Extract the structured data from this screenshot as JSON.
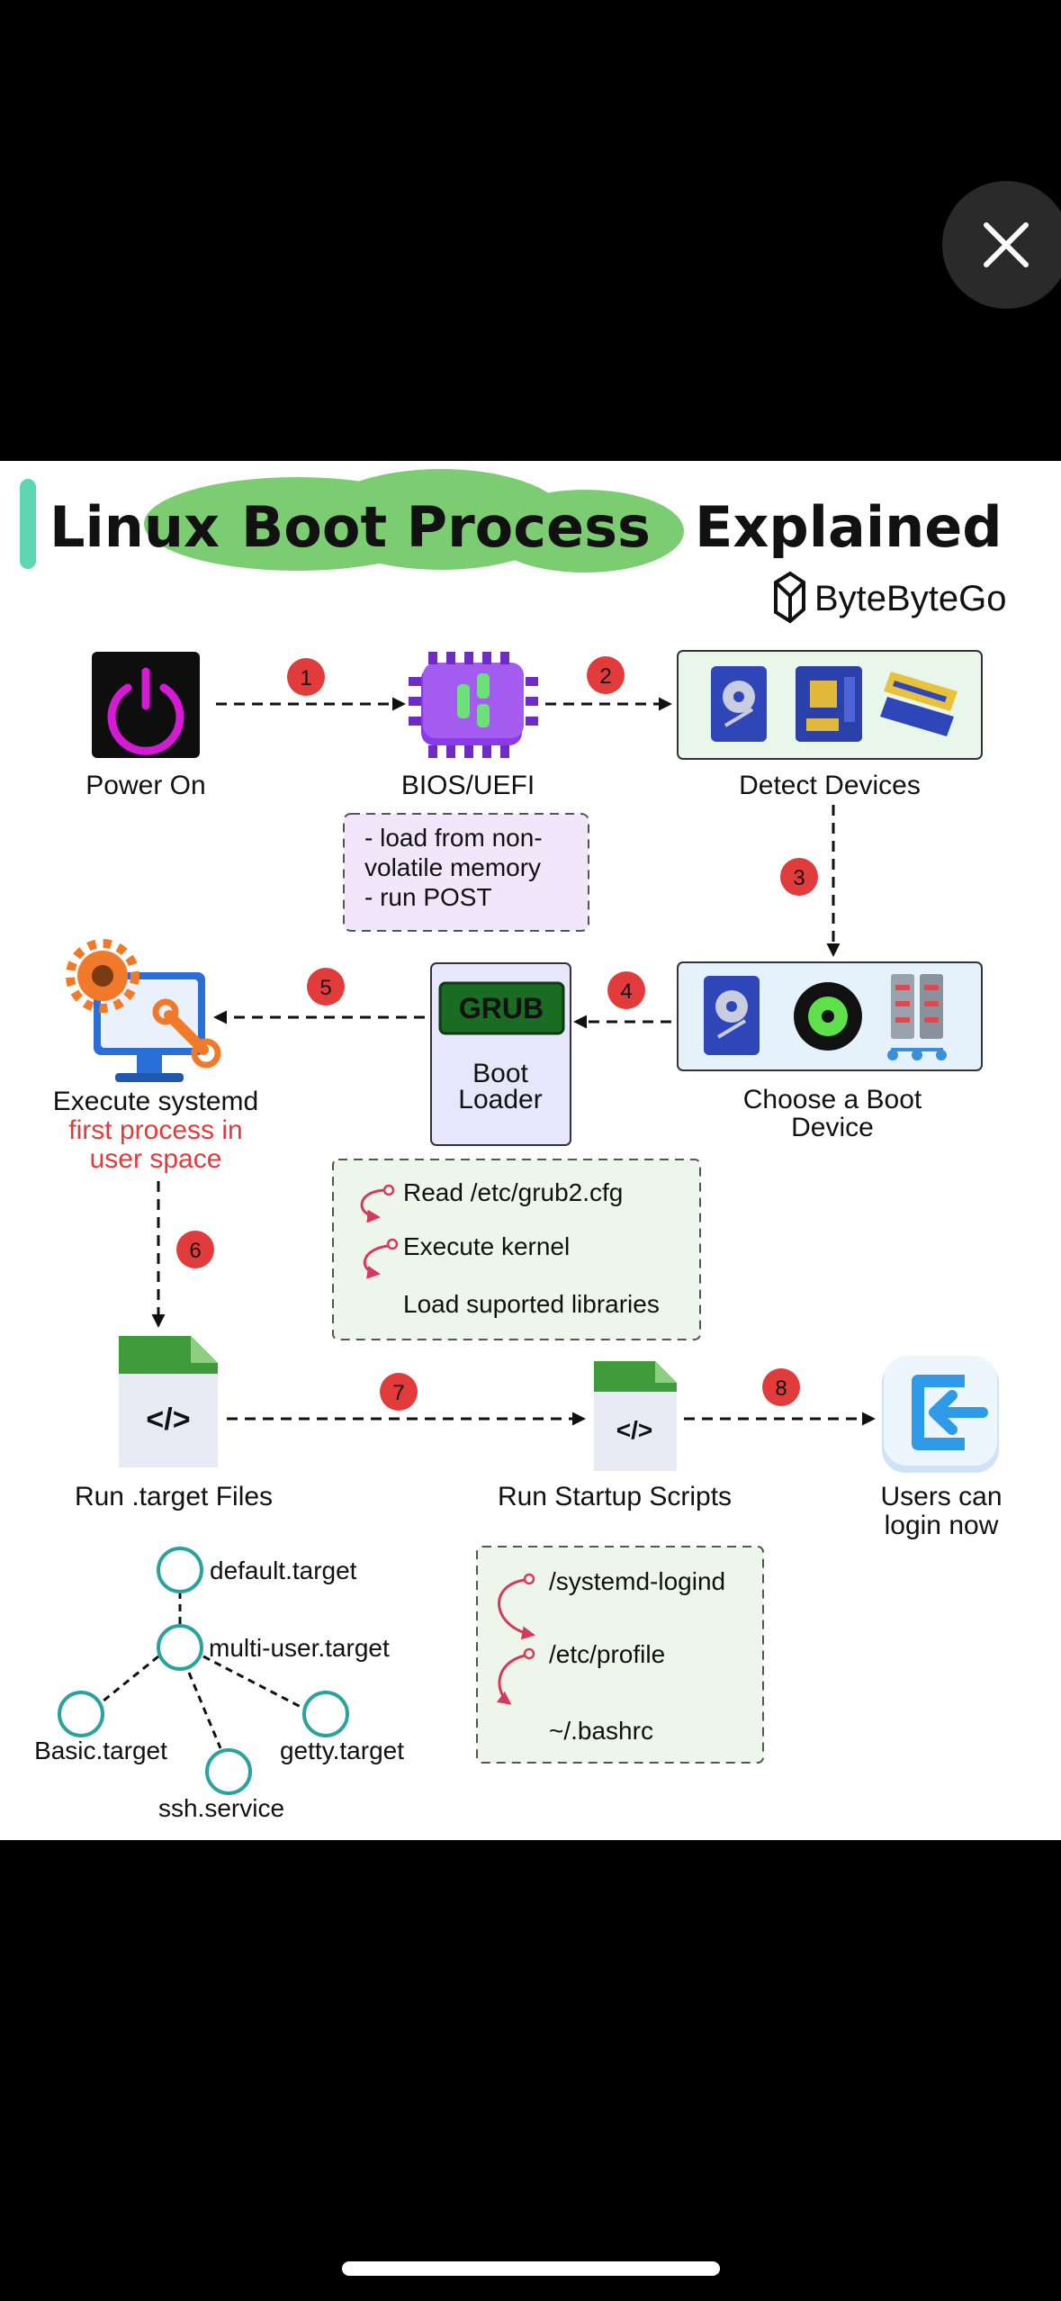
{
  "close_button": {
    "icon": "close-icon"
  },
  "title": {
    "part1": "Linux",
    "part2": "Boot Process",
    "part3": "Explained",
    "highlight_color": "#7ccd72"
  },
  "brand": {
    "name": "ByteByteGo"
  },
  "nodes": {
    "power_on": "Power On",
    "bios": "BIOS/UEFI",
    "bios_notes": [
      "- load from non-",
      "volatile memory",
      "- run POST"
    ],
    "detect_devices": "Detect Devices",
    "choose_boot": [
      "Choose a Boot",
      "Device"
    ],
    "grub_label": "GRUB",
    "boot_loader": [
      "Boot",
      "Loader"
    ],
    "grub_notes": [
      "Read /etc/grub2.cfg",
      "Execute kernel",
      "Load suported libraries"
    ],
    "systemd": "Execute systemd",
    "systemd_sub": [
      "first process in",
      "user space"
    ],
    "target_files": "Run .target Files",
    "startup_scripts": "Run Startup Scripts",
    "login": [
      "Users can",
      "login now"
    ],
    "script_notes": [
      "/systemd-logind",
      "/etc/profile",
      "~/.bashrc"
    ],
    "code_glyph": "</>"
  },
  "steps": [
    "1",
    "2",
    "3",
    "4",
    "5",
    "6",
    "7",
    "8"
  ],
  "targets": {
    "default": "default.target",
    "multi_user": "multi-user.target",
    "basic": "Basic.target",
    "getty": "getty.target",
    "ssh": "ssh.service"
  }
}
